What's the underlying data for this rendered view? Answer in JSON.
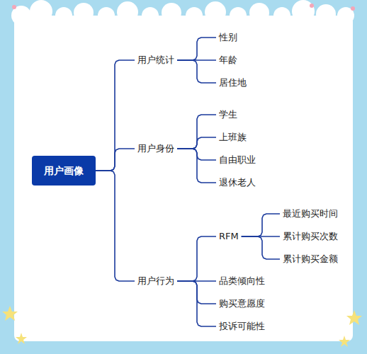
{
  "diagram": {
    "nodes": [
      {
        "text": [
          "用户画像"
        ]
      },
      {
        "text": [
          "用户统计"
        ]
      },
      {
        "text": [
          "性别"
        ]
      },
      {
        "text": [
          "年龄"
        ]
      },
      {
        "text": [
          "居住地"
        ]
      },
      {
        "text": [
          "用户身份"
        ]
      },
      {
        "text": [
          "学生"
        ]
      },
      {
        "text": [
          "上班族"
        ]
      },
      {
        "text": [
          "自由职业"
        ]
      },
      {
        "text": [
          "退休老人"
        ]
      },
      {
        "text": [
          "用户行为"
        ]
      },
      {
        "text": [
          "RFM"
        ]
      },
      {
        "text": [
          "最近购买时间"
        ]
      },
      {
        "text": [
          "累计购买次数"
        ]
      },
      {
        "text": [
          "累计购买金额"
        ]
      },
      {
        "text": [
          "品类倾向性"
        ]
      },
      {
        "text": [
          "购买意愿度"
        ]
      },
      {
        "text": [
          "投诉可能性"
        ]
      }
    ],
    "edges": [
      {
        "from": 0,
        "to": 1,
        "arrow": "none"
      },
      {
        "from": 0,
        "to": 5,
        "arrow": "none"
      },
      {
        "from": 0,
        "to": 10,
        "arrow": "none"
      },
      {
        "from": 1,
        "to": 2,
        "arrow": "none"
      },
      {
        "from": 1,
        "to": 3,
        "arrow": "none"
      },
      {
        "from": 1,
        "to": 4,
        "arrow": "none"
      },
      {
        "from": 5,
        "to": 6,
        "arrow": "none"
      },
      {
        "from": 5,
        "to": 7,
        "arrow": "none"
      },
      {
        "from": 5,
        "to": 8,
        "arrow": "none"
      },
      {
        "from": 5,
        "to": 9,
        "arrow": "none"
      },
      {
        "from": 10,
        "to": 11,
        "arrow": "none"
      },
      {
        "from": 10,
        "to": 15,
        "arrow": "none"
      },
      {
        "from": 10,
        "to": 16,
        "arrow": "none"
      },
      {
        "from": 10,
        "to": 17,
        "arrow": "none"
      },
      {
        "from": 11,
        "to": 12,
        "arrow": "none"
      },
      {
        "from": 11,
        "to": 13,
        "arrow": "none"
      },
      {
        "from": 11,
        "to": 14,
        "arrow": "none"
      }
    ]
  }
}
